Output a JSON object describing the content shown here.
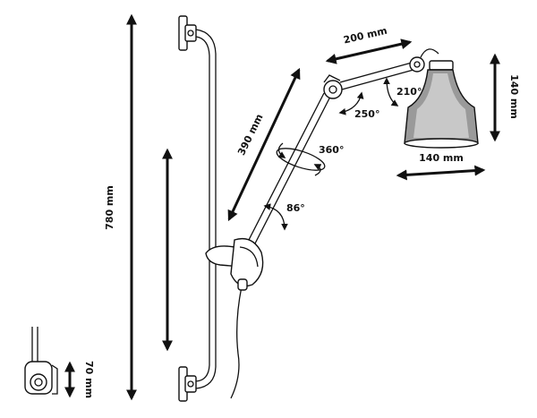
{
  "labels": {
    "height_total": "780 mm",
    "arm_lower": "390 mm",
    "arm_upper": "200 mm",
    "shade_height": "140 mm",
    "shade_width": "140 mm",
    "bracket_height": "70 mm",
    "rot_360": "360°",
    "rot_86": "86°",
    "rot_250": "250°",
    "rot_210": "210°"
  },
  "colors": {
    "ink": "#111111",
    "shade_fill": "#9a9a9a"
  }
}
